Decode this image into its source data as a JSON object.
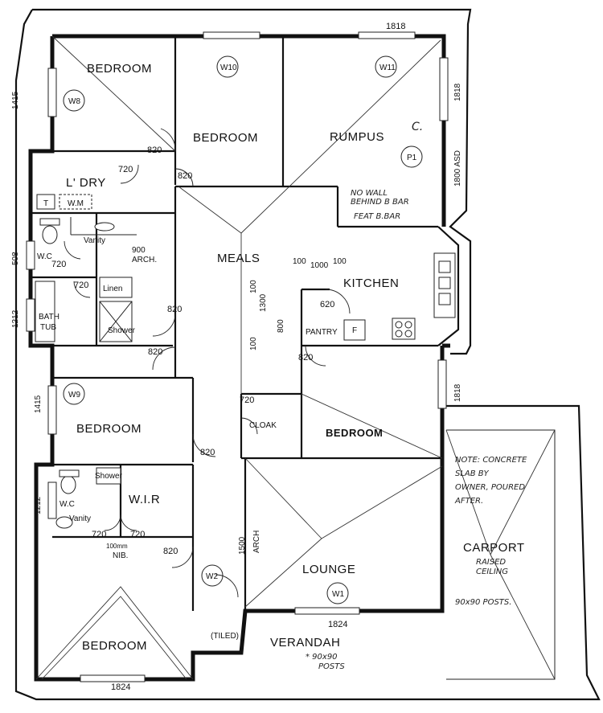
{
  "rooms": {
    "bedroom_nw": "BEDROOM",
    "bedroom_n": "BEDROOM",
    "rumpus": "RUMPUS",
    "laundry": "L' DRY",
    "meals": "MEALS",
    "kitchen": "KITCHEN",
    "bedroom_w": "BEDROOM",
    "bedroom_c": "BEDROOM",
    "wir": "W.I.R",
    "lounge": "LOUNGE",
    "bedroom_sw": "BEDROOM",
    "verandah": "VERANDAH",
    "verandah_tiled": "(TILED)",
    "carport": "CARPORT"
  },
  "fixtures": {
    "wm": "W.M",
    "t": "T",
    "vanity_top": "Vanity",
    "arch_900": "900",
    "arch_word": "ARCH.",
    "wc_top": "W.C",
    "linen": "Linen",
    "shower_top": "Shower",
    "bath": "BATH",
    "tub": "TUB",
    "pantry": "PANTRY",
    "fridge": "F",
    "cloak": "CLOAK",
    "shower_bottom": "Shower",
    "wc_bottom": "W.C",
    "vanity_bottom": "Vanity",
    "nib": "NIB.",
    "nib_size": "100mm",
    "arch_1500": "1500",
    "arch_lounge": "ARCH"
  },
  "window_tags": {
    "w8": "W8",
    "w10": "W10",
    "w11": "W11",
    "p1": "P1",
    "w9": "W9",
    "w2": "W2",
    "w1": "W1"
  },
  "dimensions": {
    "top_1818": "1818",
    "right_1818_a": "1818",
    "right_1800_asd": "1800 ASD",
    "right_1818_b": "1818",
    "left_1415_a": "1415",
    "left_508": "508",
    "left_1212_a": "1212",
    "left_1415_b": "1415",
    "left_1212_b": "1212",
    "door_820_a": "820",
    "door_720_a": "720",
    "door_820_b": "820",
    "door_720_wc": "720",
    "door_720_bath": "720",
    "door_820_c": "820",
    "door_820_d": "820",
    "door_620": "620",
    "door_820_e": "820",
    "door_720_cloak": "720",
    "door_820_f": "820",
    "door_720_ens": "720",
    "door_720_wir": "720",
    "door_820_g": "820",
    "bottom_1824_a": "1824",
    "bottom_1824_b": "1824",
    "kitchen_100_a": "100",
    "kitchen_1000": "1000",
    "kitchen_100_b": "100",
    "meals_1300": "1300",
    "meals_100_a": "100",
    "meals_800": "800",
    "meals_100_b": "100"
  },
  "notes": {
    "no_wall_line1": "NO WALL",
    "no_wall_line2": "BEHIND B BAR",
    "feat_bbar": "FEAT  B.BAR",
    "rumpus_c": "C.",
    "carport_note_1": "NOTE: CONCRETE",
    "carport_note_2": "SLAB BY",
    "carport_note_3": "OWNER, POURED",
    "carport_note_4": "AFTER.",
    "raised_1": "RAISED",
    "raised_2": "CEILING",
    "posts_1": "90x90 POSTS.",
    "verandah_posts_1": "* 90x90",
    "verandah_posts_2": "POSTS"
  }
}
